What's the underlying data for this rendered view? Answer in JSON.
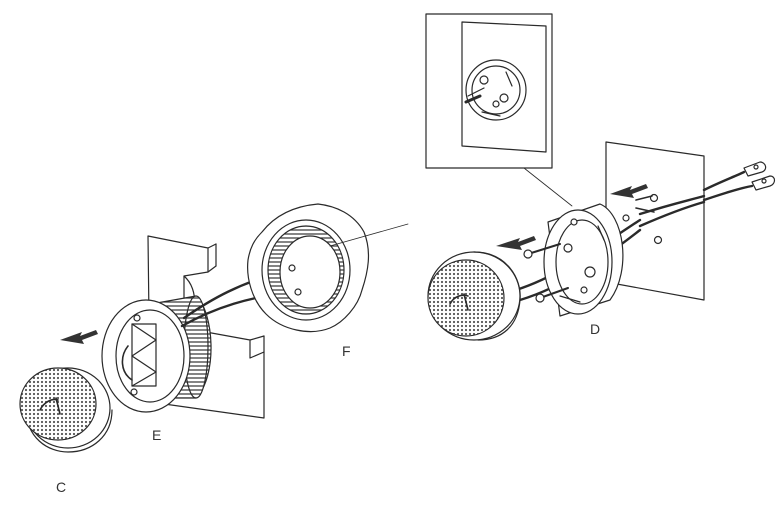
{
  "labels": {
    "c": "C",
    "d": "D",
    "e": "E",
    "f": "F"
  },
  "colors": {
    "line": "#2a2a2a",
    "mesh": "#4a4a4a",
    "fill": "#ffffff"
  }
}
